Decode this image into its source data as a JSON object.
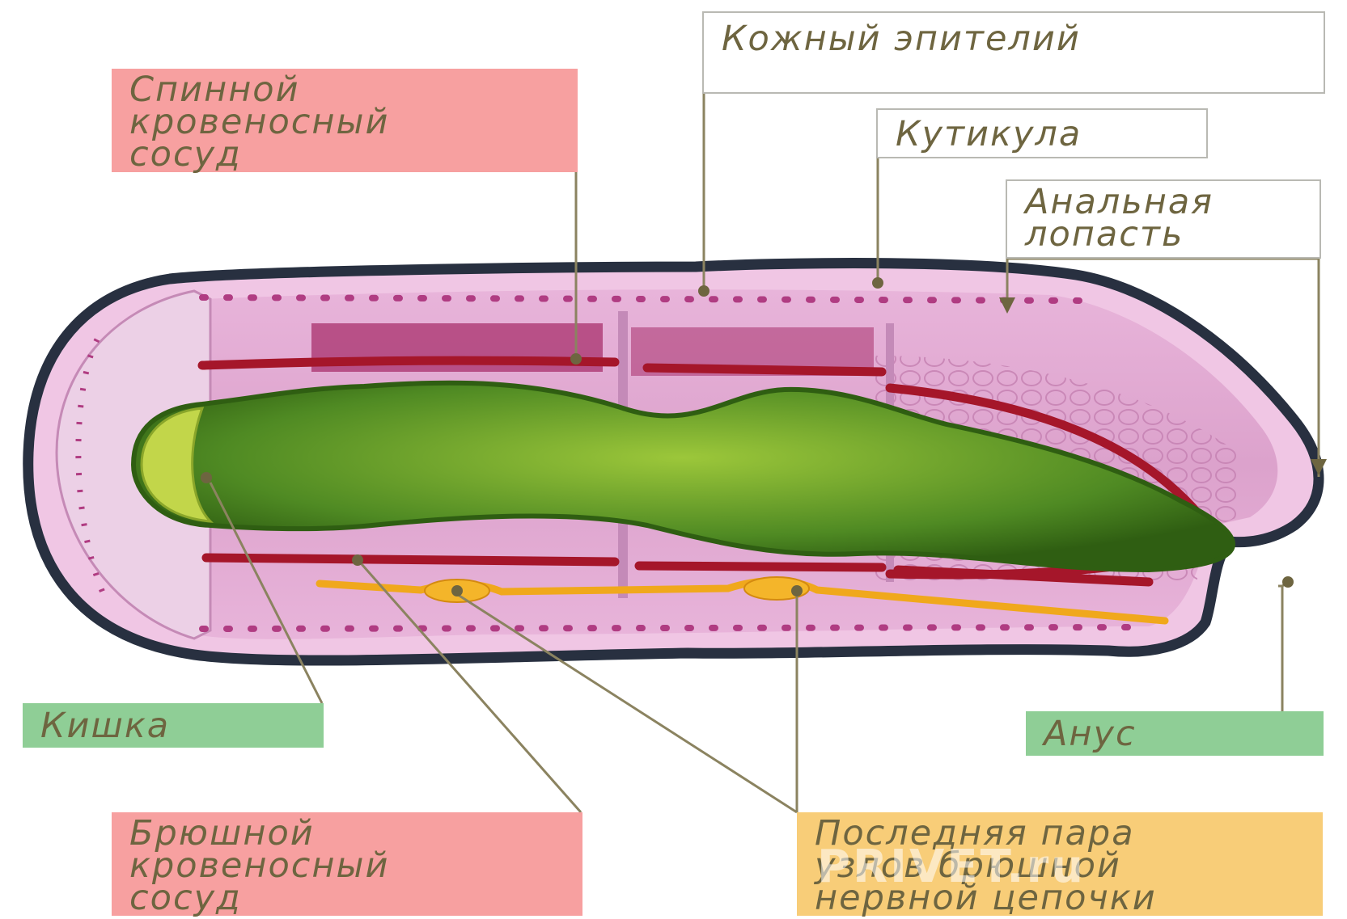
{
  "labels": {
    "skin_epithelium": "Кожный эпителий",
    "cuticle": "Кутикула",
    "anal_lobe": "Анальная\nлопасть",
    "dorsal_vessel": "Спинной\nкровеносный\nсосуд",
    "intestine": "Кишка",
    "anus": "Анус",
    "ventral_vessel": "Брюшной\nкровеносный\nсосуд",
    "last_ganglia_pair": "Последняя пара\nузлов брюшной\nнервной цепочки"
  },
  "watermark": "PRIVET.ru",
  "colors": {
    "label_red": "#f7a0a0",
    "label_green": "#8fce96",
    "label_orange": "#f8cd78",
    "body_pink": "#e9b3d9",
    "outline": "#283040",
    "intestine_green": "#4f8a23",
    "blood_vessel": "#a5162a",
    "nerve_cord": "#f0a81c"
  }
}
